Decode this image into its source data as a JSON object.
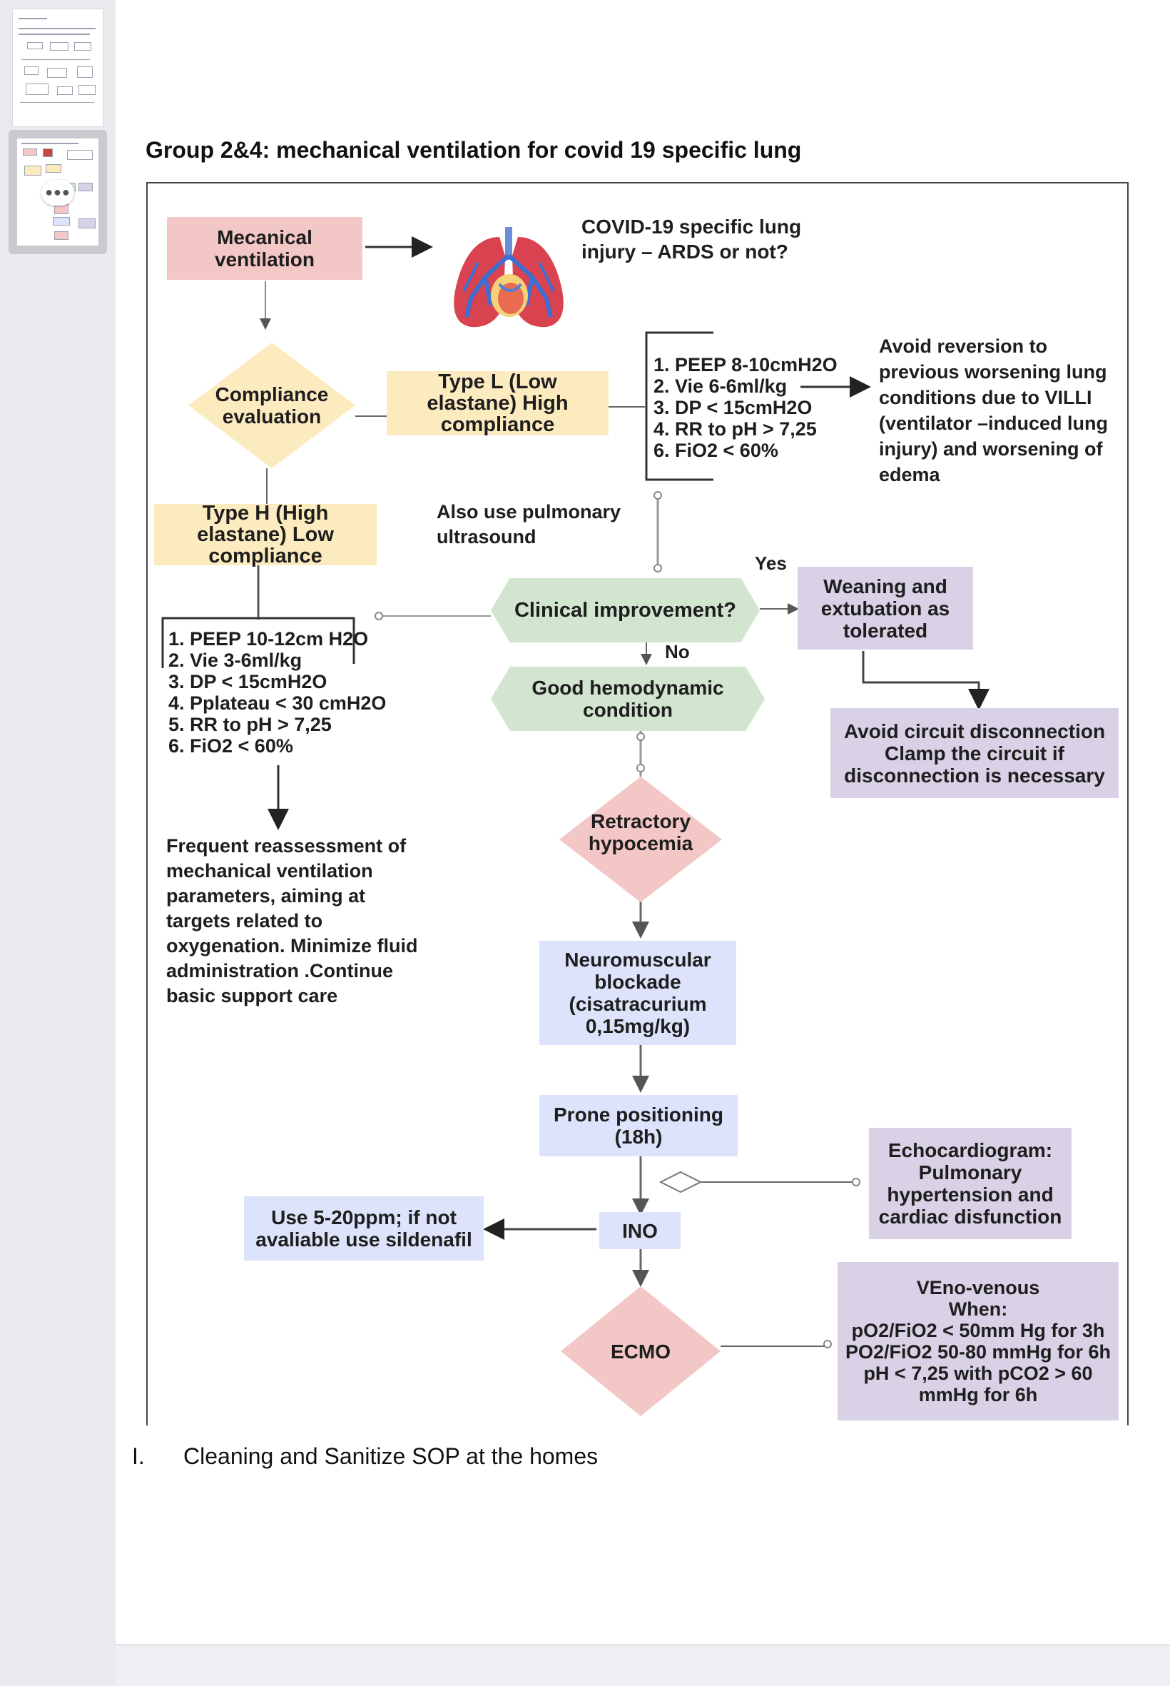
{
  "document": {
    "heading": "Group 2&4: mechanical ventilation for covid 19 specific lung",
    "section_number": "I.",
    "section_title": "Cleaning and Sanitize SOP at the homes"
  },
  "sidebar": {
    "more_icon": "more-dots-icon"
  },
  "diagram": {
    "mechanical_ventilation": "Mecanical ventilation",
    "covid_question": "COVID-19 specific lung injury – ARDS or not?",
    "compliance_evaluation": "Compliance evaluation",
    "type_l": "Type L (Low elastane) High compliance",
    "type_l_steps": [
      "1. PEEP 8-10cmH2O",
      "2. Vie 6-6ml/kg",
      "3. DP < 15cmH2O",
      "4. RR to pH > 7,25",
      "6. FiO2 < 60%"
    ],
    "avoid_reversion": "Avoid reversion to previous worsening lung conditions due to VILLI (ventilator –induced lung injury) and worsening of edema",
    "type_h": "Type H (High elastane) Low compliance",
    "also_ultrasound": "Also use pulmonary ultrasound",
    "yes_label": "Yes",
    "no_label": "No",
    "clinical_improvement": "Clinical improvement?",
    "weaning": "Weaning and extubation as tolerated",
    "type_h_steps": [
      "1. PEEP 10-12cm H2O",
      "2. Vie 3-6ml/kg",
      "3. DP < 15cmH2O",
      "4. Pplateau < 30 cmH2O",
      "5. RR to pH > 7,25",
      "6. FiO2 < 60%"
    ],
    "good_hemodynamic": "Good hemodynamic condition",
    "avoid_circuit": "Avoid circuit disconnection Clamp the circuit if disconnection is necessary",
    "refractory": "Retractory hypocemia",
    "frequent_reassessment": "Frequent reassessment of mechanical ventilation parameters, aiming at targets related to oxygenation. Minimize fluid administration .Continue basic support care",
    "neuromuscular": "Neuromuscular blockade (cisatracurium 0,15mg/kg)",
    "prone": "Prone positioning (18h)",
    "echo": "Echocardiogram: Pulmonary hypertension and cardiac disfunction",
    "use_ppm": "Use 5-20ppm; if not avaliable use sildenafil",
    "ino": "INO",
    "ecmo": "ECMO",
    "veno_title": "VEno-venous",
    "veno_when": "When:",
    "veno_criteria": [
      "pO2/FiO2 < 50mm Hg for 3h",
      "PO2/FiO2 50-80 mmHg for 6h",
      "pH < 7,25 with pCO2 > 60",
      "mmHg for 6h"
    ]
  },
  "colors": {
    "pink": "#f3c7c5",
    "yellow": "#fdebc0",
    "blue": "#dce3fb",
    "purple": "#d9d1e6",
    "green": "#d1e5cf"
  }
}
